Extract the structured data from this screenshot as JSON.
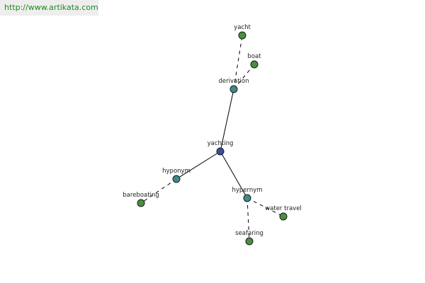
{
  "watermark": {
    "text": "http://www.artikata.com"
  },
  "graph": {
    "colors": {
      "root": "#3b4e9c",
      "relation": "#3f8a8c",
      "leaf": "#4a8f3f"
    },
    "nodes": [
      {
        "id": "yachting",
        "label": "yachting",
        "kind": "root"
      },
      {
        "id": "derivation",
        "label": "derivation",
        "kind": "relation"
      },
      {
        "id": "hyponym",
        "label": "hyponym",
        "kind": "relation"
      },
      {
        "id": "hypernym",
        "label": "hypernym",
        "kind": "relation"
      },
      {
        "id": "yacht",
        "label": "yacht",
        "kind": "leaf"
      },
      {
        "id": "boat",
        "label": "boat",
        "kind": "leaf"
      },
      {
        "id": "bareboating",
        "label": "bareboating",
        "kind": "leaf"
      },
      {
        "id": "water-travel",
        "label": "water travel",
        "kind": "leaf"
      },
      {
        "id": "seafaring",
        "label": "seafaring",
        "kind": "leaf"
      }
    ],
    "edges": [
      {
        "from": "yachting",
        "to": "derivation",
        "style": "solid"
      },
      {
        "from": "yachting",
        "to": "hyponym",
        "style": "solid"
      },
      {
        "from": "yachting",
        "to": "hypernym",
        "style": "solid"
      },
      {
        "from": "derivation",
        "to": "yacht",
        "style": "dashed"
      },
      {
        "from": "derivation",
        "to": "boat",
        "style": "dashed"
      },
      {
        "from": "hyponym",
        "to": "bareboating",
        "style": "dashed"
      },
      {
        "from": "hypernym",
        "to": "water-travel",
        "style": "dashed"
      },
      {
        "from": "hypernym",
        "to": "seafaring",
        "style": "dashed"
      }
    ]
  }
}
